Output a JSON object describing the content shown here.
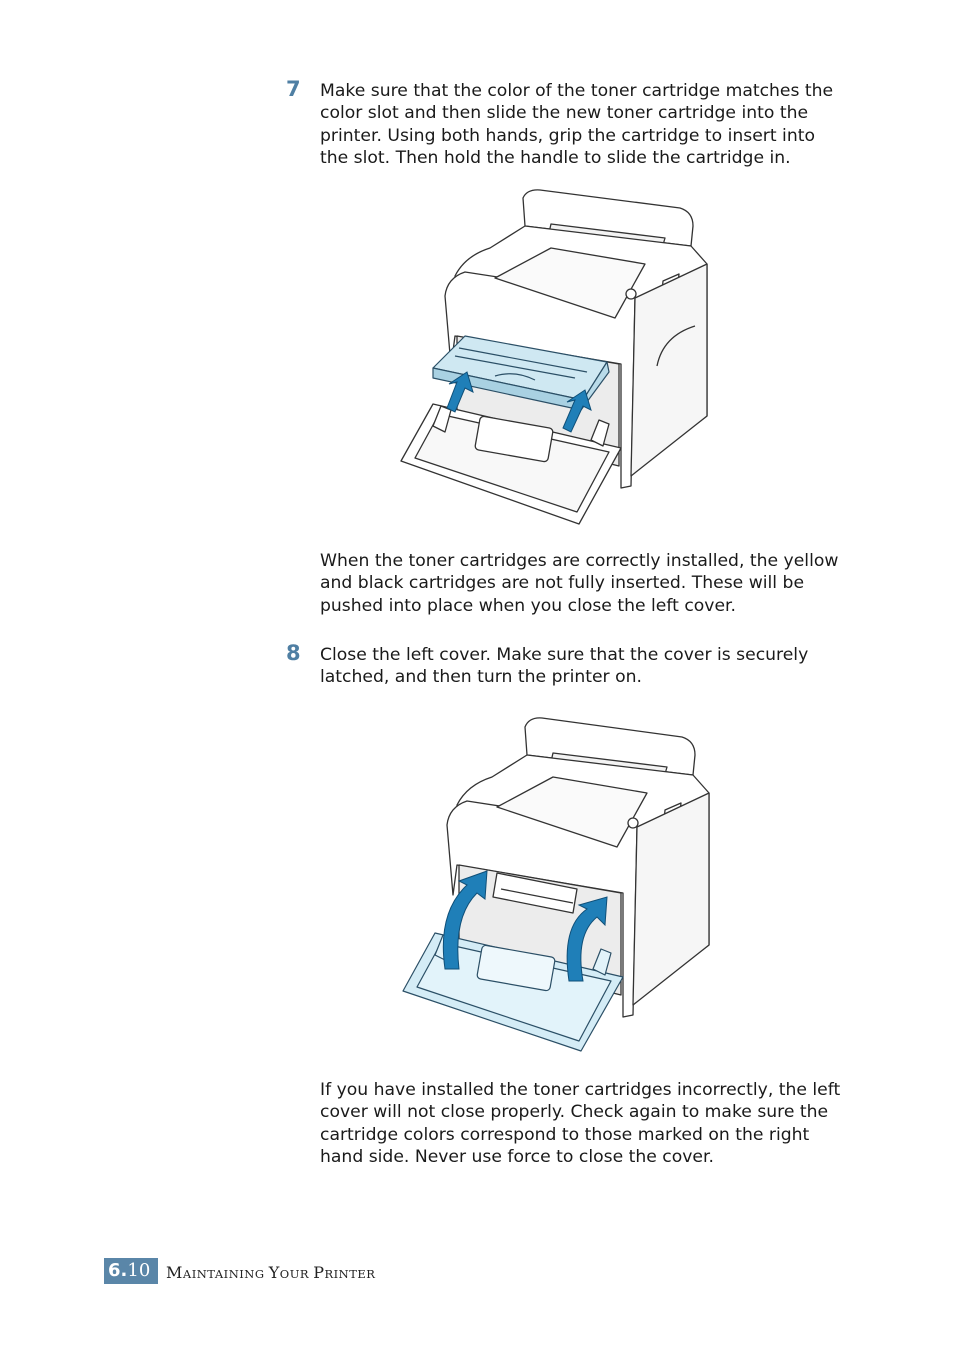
{
  "steps": [
    {
      "number": "7",
      "text": "Make sure that the color of the toner cartridge matches the\ncolor slot and then slide the new toner cartridge into the\nprinter. Using both hands, grip the cartridge to insert into\nthe slot. Then hold the handle to slide the cartridge in.",
      "note": "When the toner cartridges are correctly installed, the yellow\nand black cartridges are not fully inserted. These will be\npushed into place when you close the left cover."
    },
    {
      "number": "8",
      "text": "Close the left cover. Make sure that the cover is securely\nlatched, and then turn the printer on.",
      "note": "If you have installed the toner cartridges incorrectly, the left\ncover will not close properly. Check again to make sure the\ncartridge colors correspond to those marked on the right\nhand side. Never use force to close the cover."
    }
  ],
  "footer": {
    "chapter": "6.",
    "page": "10",
    "title_caps": [
      "M",
      "AINTAINING ",
      "Y",
      "OUR ",
      "P",
      "RINTER"
    ]
  },
  "colors": {
    "step_number": "#4f7fa3",
    "footer_badge": "#5a86a8",
    "highlight_blue": "#cfe8f2",
    "arrow_blue": "#1f7fb8"
  }
}
